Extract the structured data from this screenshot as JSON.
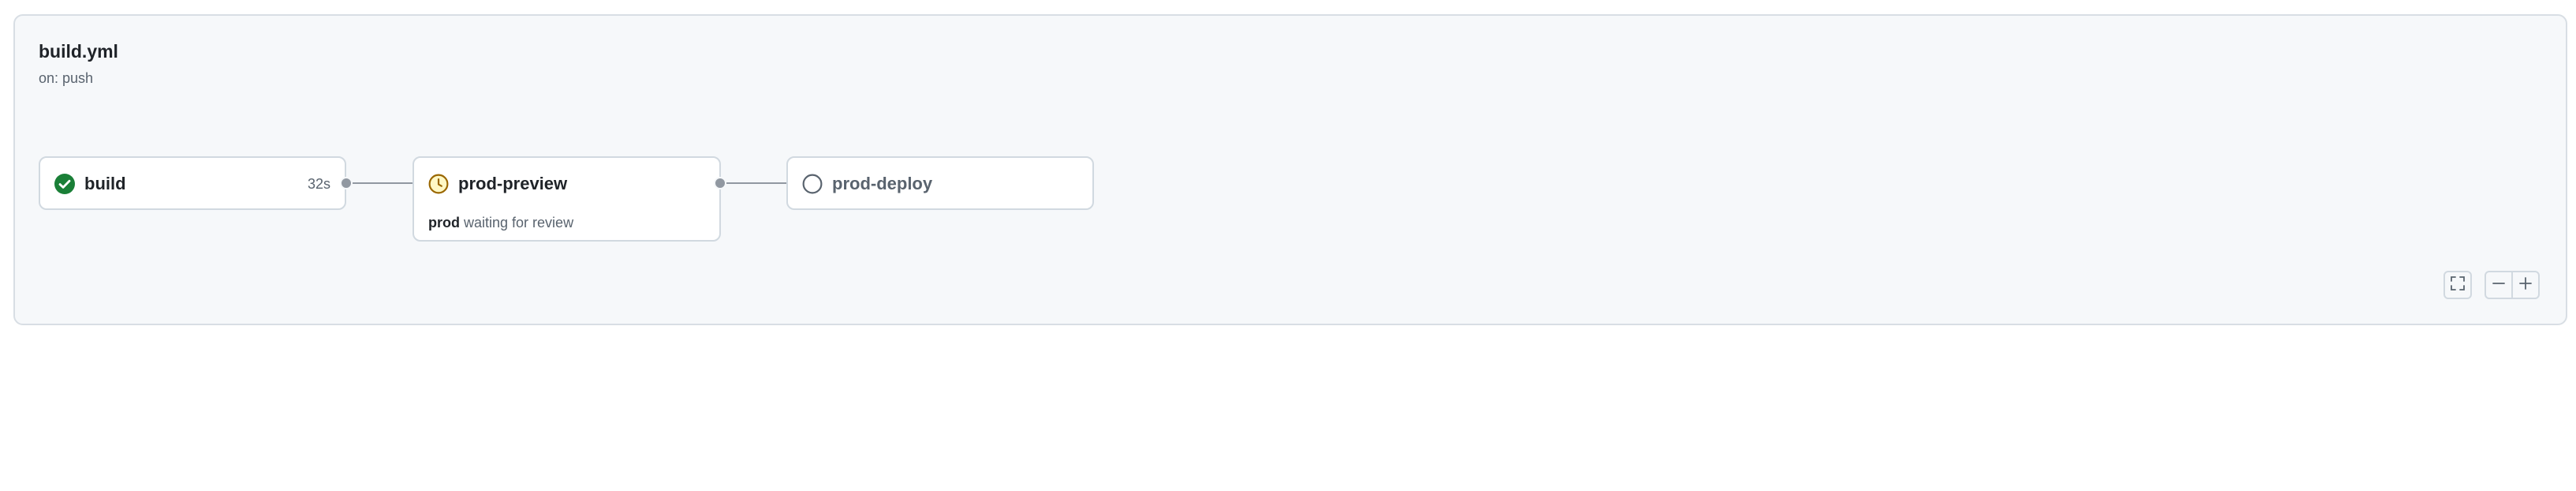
{
  "workflow": {
    "title": "build.yml",
    "trigger": "on: push"
  },
  "jobs": [
    {
      "name": "build",
      "status": "success",
      "status_icon": "check-circle-fill-icon",
      "duration": "32s"
    },
    {
      "name": "prod-preview",
      "status": "waiting",
      "status_icon": "clock-icon",
      "environment": "prod",
      "status_text": "waiting for review"
    },
    {
      "name": "prod-deploy",
      "status": "pending",
      "status_icon": "circle-outline-icon"
    }
  ],
  "controls": {
    "fullscreen_icon": "screen-full-icon",
    "zoom_out_icon": "minus-icon",
    "zoom_in_icon": "plus-icon"
  },
  "colors": {
    "success": "#1a7f37",
    "waiting": "#9a6700",
    "pending": "#59636e",
    "connector": "#9198a1",
    "panel_bg": "#f6f8fa"
  }
}
